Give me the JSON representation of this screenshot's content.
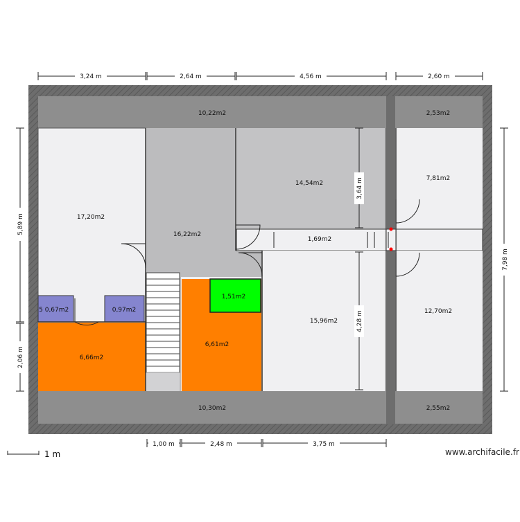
{
  "colors": {
    "wall": "#6d6d6d",
    "wall_hatch": "#595959",
    "roof_zone": "#8e8e8e",
    "light_room": "#f0f0f2",
    "mid_room": "#c3c3c5",
    "stair_hall": "#bcbcbe",
    "orange": "#ff7f00",
    "green": "#00ff00",
    "purple": "#8585cf",
    "dimension_line": "#222222",
    "door_marker": "#ff0000"
  },
  "icons": {
    "stairs": "stairs-icon",
    "door_swing": "door-swing-icon"
  },
  "rooms": {
    "roof_top_main": "10,22m2",
    "roof_top_right": "2,53m2",
    "room_left": "17,20m2",
    "stair_hall": "16,22m2",
    "room_center_top": "14,54m2",
    "room_right_top": "7,81m2",
    "corridor": "1,69m2",
    "closet_left_a": "0,67m2",
    "closet_left_a_prefix": "5",
    "closet_left_b": "0,97m2",
    "room_orange_left": "6,66m2",
    "room_orange_center": "6,61m2",
    "room_green": "1,51m2",
    "room_center_bottom": "15,96m2",
    "room_right_bottom": "12,70m2",
    "roof_bottom_main": "10,30m2",
    "roof_bottom_right": "2,55m2"
  },
  "dimensions": {
    "top": [
      "3,24 m",
      "2,64 m",
      "4,56 m",
      "2,60 m"
    ],
    "bottom": [
      "1,00 m",
      "2,48 m",
      "3,75 m"
    ],
    "left": [
      "5,89 m",
      "2,06 m"
    ],
    "right": "7,98 m",
    "inner": [
      "3,64 m",
      "4,28 m"
    ]
  },
  "scale_label": "1 m",
  "watermark": "www.archifacile.fr"
}
